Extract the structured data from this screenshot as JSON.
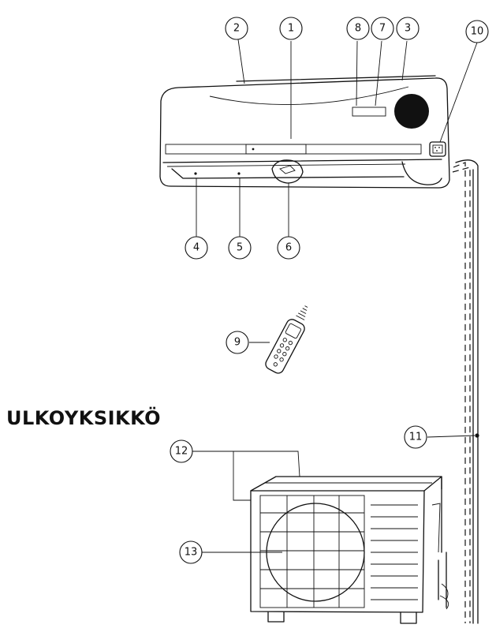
{
  "outdoor_heading": "ULKOYKSIKKÖ",
  "callouts": {
    "c1": "1",
    "c2": "2",
    "c3": "3",
    "c4": "4",
    "c5": "5",
    "c6": "6",
    "c7": "7",
    "c8": "8",
    "c9": "9",
    "c10": "10",
    "c11": "11",
    "c12": "12",
    "c13": "13"
  }
}
